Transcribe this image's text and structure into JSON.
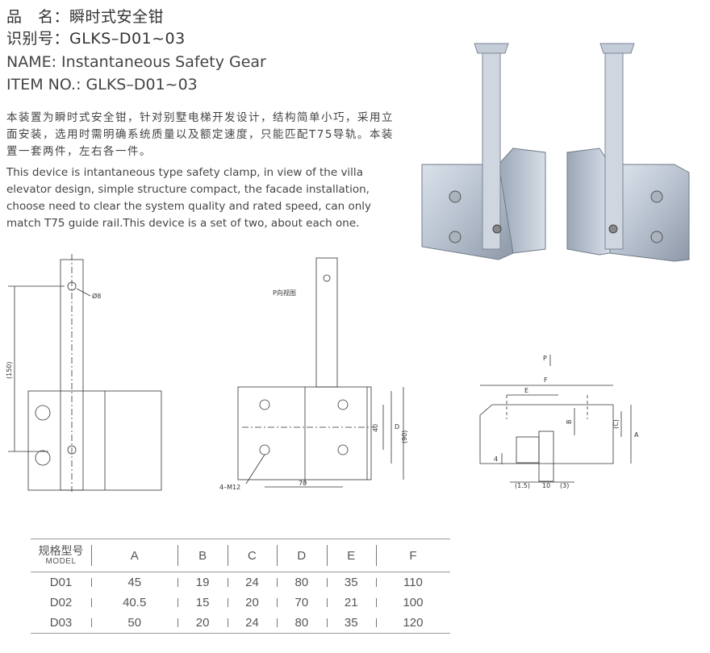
{
  "header": {
    "name_cn": "品　名：瞬时式安全钳",
    "id_cn": "识别号：GLKS–D01~03",
    "name_en": "NAME: Instantaneous Safety Gear",
    "item_en": "ITEM NO.: GLKS–D01~03"
  },
  "description": {
    "cn": "本装置为瞬时式安全钳，针对别墅电梯开发设计，结构简单小巧，采用立面安装，选用时需明确系统质量以及额定速度，只能匹配T75导轨。本装置一套两件，左右各一件。",
    "en": "This device is intantaneous type safety clamp, in view of the villa elevator design, simple structure compact, the facade installation, choose need to clear the system quality and rated speed, can only match T75 guide rail.This device is a set of two, about each one."
  },
  "drawing": {
    "dia": "Ø8",
    "h150": "(150)",
    "p_view": "P向视图",
    "d40": "40",
    "dD": "D",
    "d90": "(90)",
    "d70": "70",
    "m12": "4–M12",
    "p_arrow": "P",
    "dF": "F",
    "dE": "E",
    "dB": "B",
    "dC": "(C)",
    "dA": "A",
    "d4": "4",
    "d15": "(1.5)",
    "d10": "10",
    "d3": "(3)"
  },
  "table": {
    "model_cn": "规格型号",
    "model_en": "MODEL",
    "columns": [
      "A",
      "B",
      "C",
      "D",
      "E",
      "F"
    ],
    "rows": [
      {
        "model": "D01",
        "values": [
          "45",
          "19",
          "24",
          "80",
          "35",
          "110"
        ]
      },
      {
        "model": "D02",
        "values": [
          "40.5",
          "15",
          "20",
          "70",
          "21",
          "100"
        ]
      },
      {
        "model": "D03",
        "values": [
          "50",
          "20",
          "24",
          "80",
          "35",
          "120"
        ]
      }
    ]
  }
}
